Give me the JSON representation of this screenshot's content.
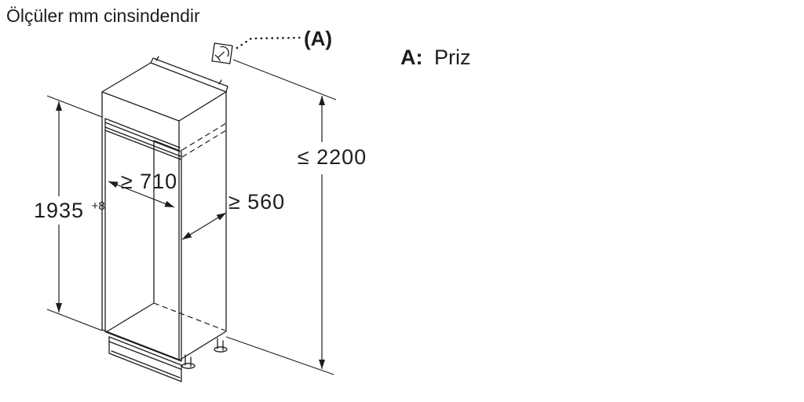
{
  "title": "Ölçüler mm cinsindendir",
  "callout": {
    "label": "(A)"
  },
  "legend": {
    "key": "A:",
    "value": "Priz"
  },
  "dimensions": {
    "niche_height": "1935",
    "niche_height_tolerance": "+8",
    "niche_width": "≥ 710",
    "niche_depth": "≥ 560",
    "clearance_height": "≤ 2200"
  },
  "icons": {
    "socket": "power-socket-icon"
  },
  "colors": {
    "line": "#1d1d1b",
    "background": "#ffffff"
  }
}
